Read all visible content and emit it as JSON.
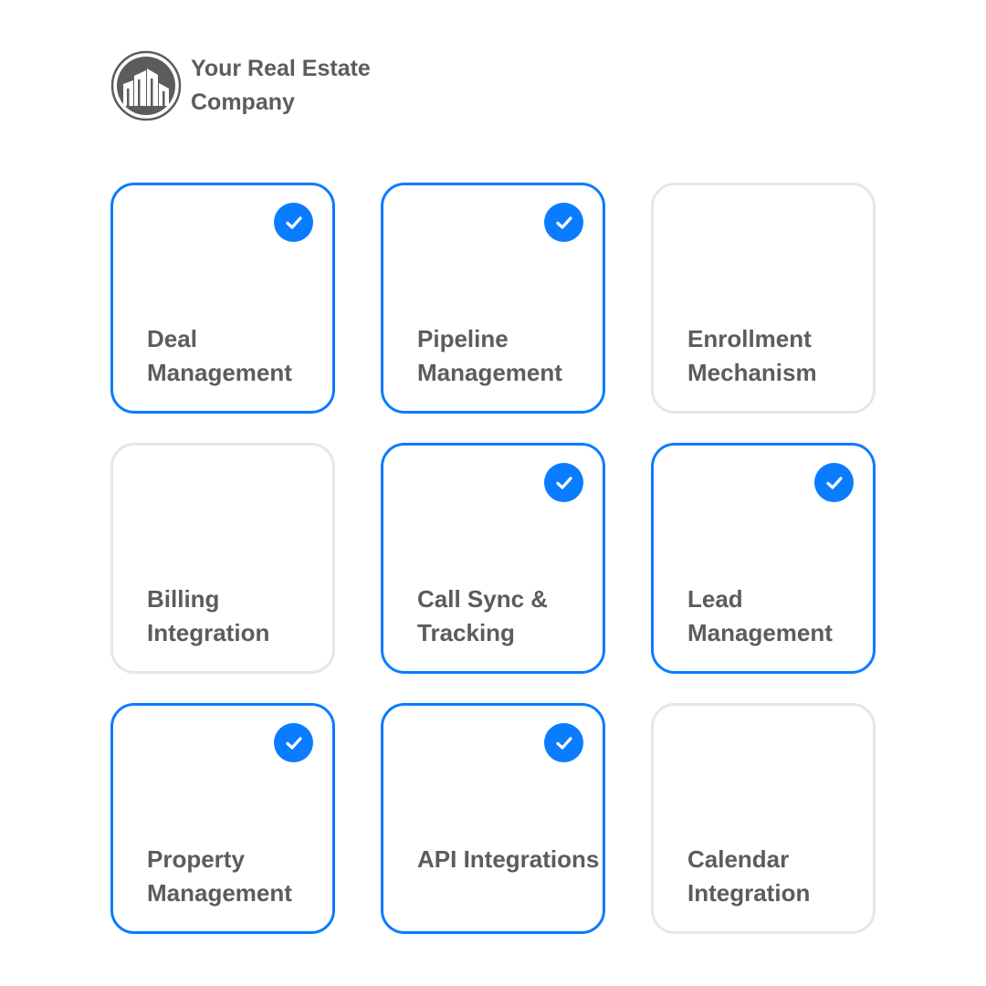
{
  "brand": {
    "name": "Your Real Estate Company",
    "logo_icon": "buildings-icon"
  },
  "colors": {
    "accent": "#0a7cff",
    "text": "#5c5c5c",
    "border_unselected": "#e6e6e6"
  },
  "cards": [
    {
      "label": "Deal Management",
      "selected": true
    },
    {
      "label": "Pipeline Management",
      "selected": true
    },
    {
      "label": "Enrollment Mechanism",
      "selected": false
    },
    {
      "label": "Billing Integration",
      "selected": false
    },
    {
      "label": "Call Sync & Tracking",
      "selected": true
    },
    {
      "label": "Lead Management",
      "selected": true
    },
    {
      "label": "Property Management",
      "selected": true
    },
    {
      "label": "API Integrations",
      "selected": true
    },
    {
      "label": "Calendar Integration",
      "selected": false
    }
  ]
}
